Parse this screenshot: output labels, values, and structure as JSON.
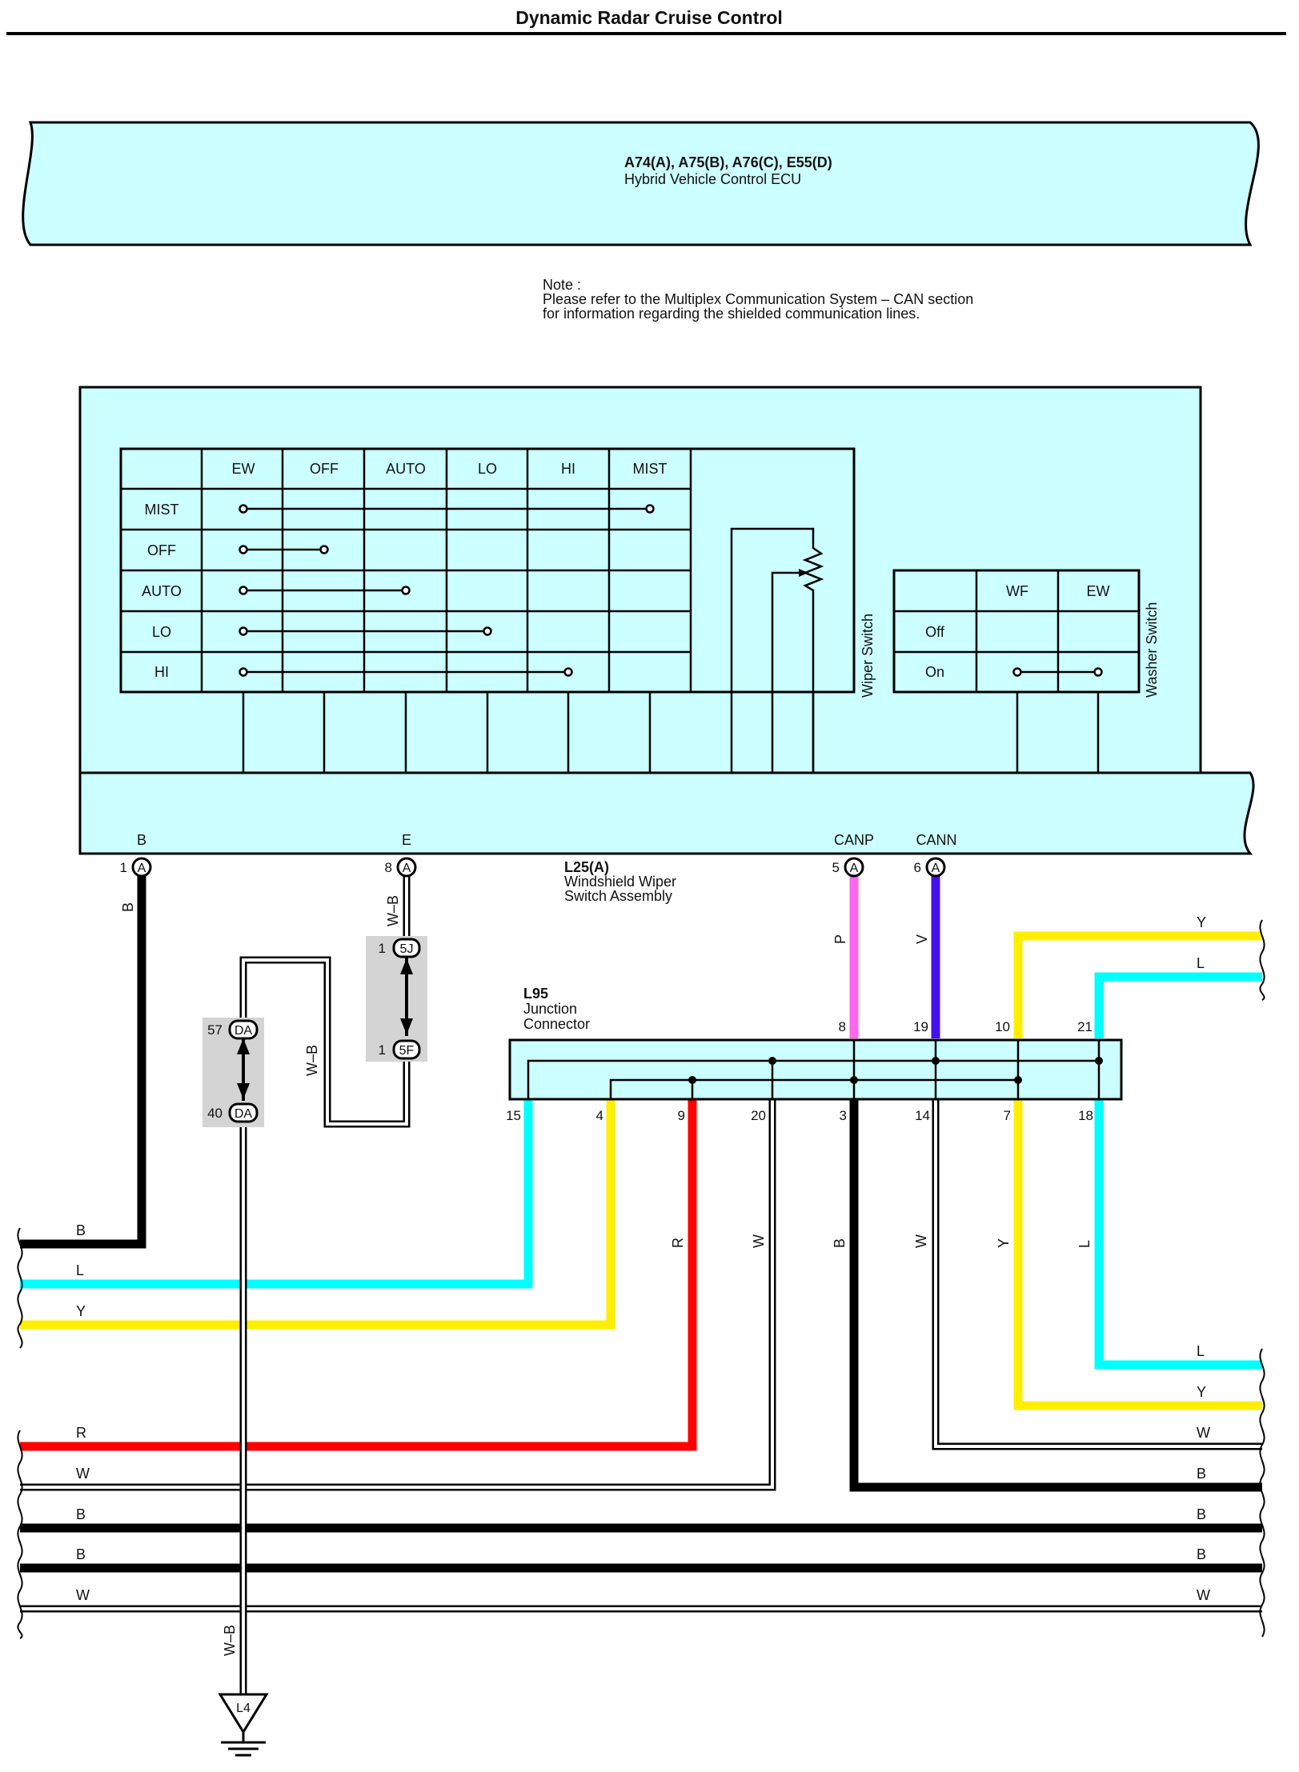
{
  "title": "Dynamic Radar Cruise Control",
  "ecu": {
    "connectors": "A74(A), A75(B), A76(C), E55(D)",
    "name": "Hybrid Vehicle Control ECU"
  },
  "note": {
    "heading": "Note :",
    "line1": "Please refer to the Multiplex Communication System – CAN section",
    "line2": "for information regarding the shielded communication lines."
  },
  "wiper_switch": {
    "label": "Wiper Switch",
    "columns": [
      "EW",
      "OFF",
      "AUTO",
      "LO",
      "HI",
      "MIST"
    ],
    "rows": [
      "MIST",
      "OFF",
      "AUTO",
      "LO",
      "HI"
    ]
  },
  "washer_switch": {
    "label": "Washer Switch",
    "columns": [
      "WF",
      "EW"
    ],
    "rows": [
      "Off",
      "On"
    ]
  },
  "switch_assembly": {
    "id": "L25(A)",
    "line1": "Windshield Wiper",
    "line2": "Switch Assembly",
    "terminals": [
      {
        "name": "B",
        "pin": "1",
        "conn": "A",
        "wire": "B"
      },
      {
        "name": "E",
        "pin": "8",
        "conn": "A",
        "wire": "W–B"
      },
      {
        "name": "CANP",
        "pin": "5",
        "conn": "A",
        "wire": "P"
      },
      {
        "name": "CANN",
        "pin": "6",
        "conn": "A",
        "wire": "V"
      }
    ]
  },
  "splices": {
    "j5": {
      "top_pin": "1",
      "top": "5J",
      "bottom_pin": "1",
      "bottom": "5F"
    },
    "da": {
      "top_pin": "57",
      "top": "DA",
      "bottom_pin": "40",
      "bottom": "DA"
    },
    "loop_wire": "W–B"
  },
  "junction": {
    "id": "L95",
    "line1": "Junction",
    "line2": "Connector",
    "top_pins": [
      "8",
      "19",
      "10",
      "21"
    ],
    "bottom_pins": [
      "15",
      "4",
      "9",
      "20",
      "3",
      "14",
      "7",
      "18"
    ],
    "bottom_wires": [
      "R",
      "W",
      "B",
      "W",
      "Y",
      "L"
    ]
  },
  "left_wires": [
    "B",
    "L",
    "Y",
    "R",
    "W",
    "B",
    "B",
    "W"
  ],
  "right_wires": [
    "Y",
    "L",
    "L",
    "Y",
    "W",
    "B",
    "B",
    "B",
    "W"
  ],
  "ground": {
    "id": "L4",
    "wire": "W–B"
  },
  "colors": {
    "panel": "#ccffff",
    "B": "#000000",
    "L": "#00ffff",
    "Y": "#ffee00",
    "R": "#ff0000",
    "P": "#ff66ee",
    "V": "#4411ee",
    "W": "#ffffff"
  }
}
